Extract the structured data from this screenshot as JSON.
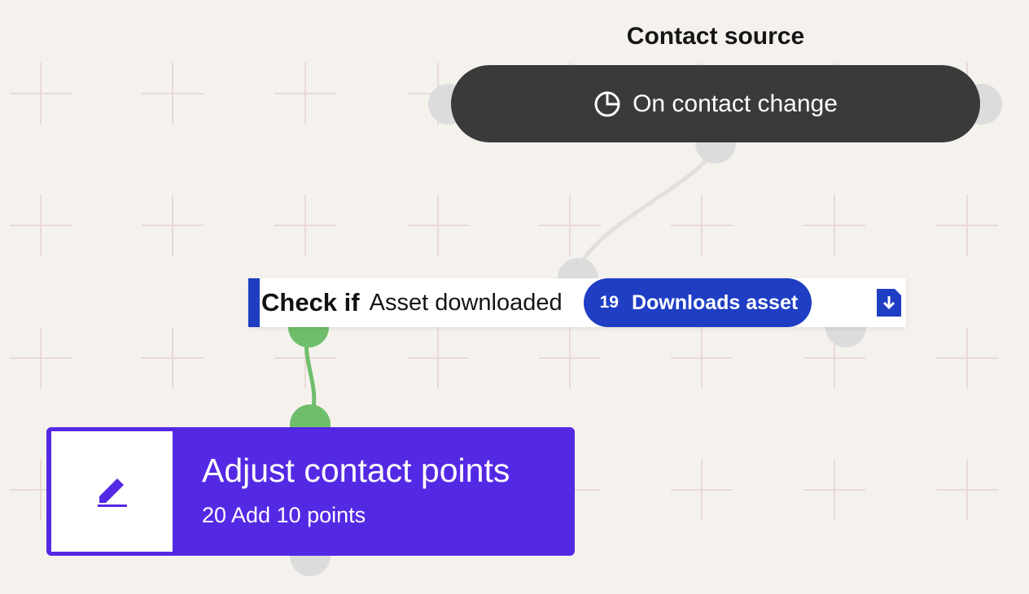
{
  "canvas": {
    "background": "#f5f2ee",
    "port_color": "#dcdcdc",
    "active_port_color": "#6fbe6b",
    "connector_color": "#e2e0dd",
    "active_connector_color": "#6fbe6b"
  },
  "source": {
    "title": "Contact source",
    "node_label": "On contact change",
    "icon": "pie-chart-icon",
    "color": "#3a3a3a"
  },
  "check": {
    "keyword": "Check if",
    "condition": "Asset downloaded",
    "badge_number": "19",
    "badge_label": "Downloads asset",
    "accent": "#1f3ec4",
    "icon": "download-document-icon"
  },
  "action": {
    "title": "Adjust contact points",
    "subtitle": "20 Add 10 points",
    "icon": "pencil-icon",
    "color": "#5429e4"
  }
}
